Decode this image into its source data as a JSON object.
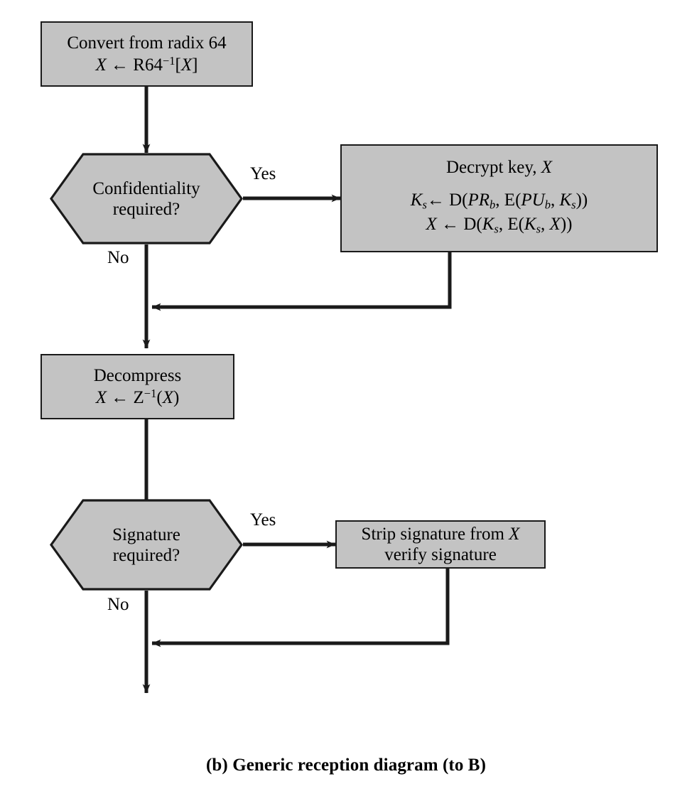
{
  "figure": {
    "caption": "(b) Generic reception diagram (to B)",
    "fill_color": "#c3c3c3",
    "stroke_color": "#1a1a1a"
  },
  "nodes": {
    "convert_radix64": {
      "shape": "process",
      "line1": "Convert from radix 64",
      "line2_var": "X",
      "line2_arrow": "←",
      "line2_op": "R64",
      "line2_sup": "−1",
      "line2_tail_open": "[",
      "line2_tail_var": "X",
      "line2_tail_close": "]"
    },
    "confidentiality_decision": {
      "shape": "decision",
      "line1": "Confidentiality",
      "line2": "required?"
    },
    "decrypt_key": {
      "shape": "process",
      "title_prefix": "Decrypt key, ",
      "title_var": "X",
      "eq1": {
        "lhs_var": "K",
        "lhs_sub": "s",
        "arrow": "←",
        "fn": "D(",
        "a_var": "PR",
        "a_sub": "b",
        "mid": ", E(",
        "b_var": "PU",
        "b_sub": "b",
        "mid2": ", ",
        "c_var": "K",
        "c_sub": "s",
        "close": "))"
      },
      "eq2": {
        "lhs_var": "X",
        "arrow": "←",
        "fn": "D(",
        "a_var": "K",
        "a_sub": "s",
        "mid": ", E(",
        "b_var": "K",
        "b_sub": "s",
        "mid2": ", ",
        "c_var": "X",
        "close": "))"
      }
    },
    "decompress": {
      "shape": "process",
      "line1": "Decompress",
      "line2_var": "X",
      "line2_arrow": "←",
      "line2_op": "Z",
      "line2_sup": "−1",
      "line2_tail_open": "(",
      "line2_tail_var": "X",
      "line2_tail_close": ")"
    },
    "signature_decision": {
      "shape": "decision",
      "line1": "Signature",
      "line2": "required?"
    },
    "strip_signature": {
      "shape": "process",
      "line1_prefix": "Strip signature from ",
      "line1_var": "X",
      "line2": "verify signature"
    }
  },
  "edge_labels": {
    "confidentiality_yes": "Yes",
    "confidentiality_no": "No",
    "signature_yes": "Yes",
    "signature_no": "No"
  }
}
